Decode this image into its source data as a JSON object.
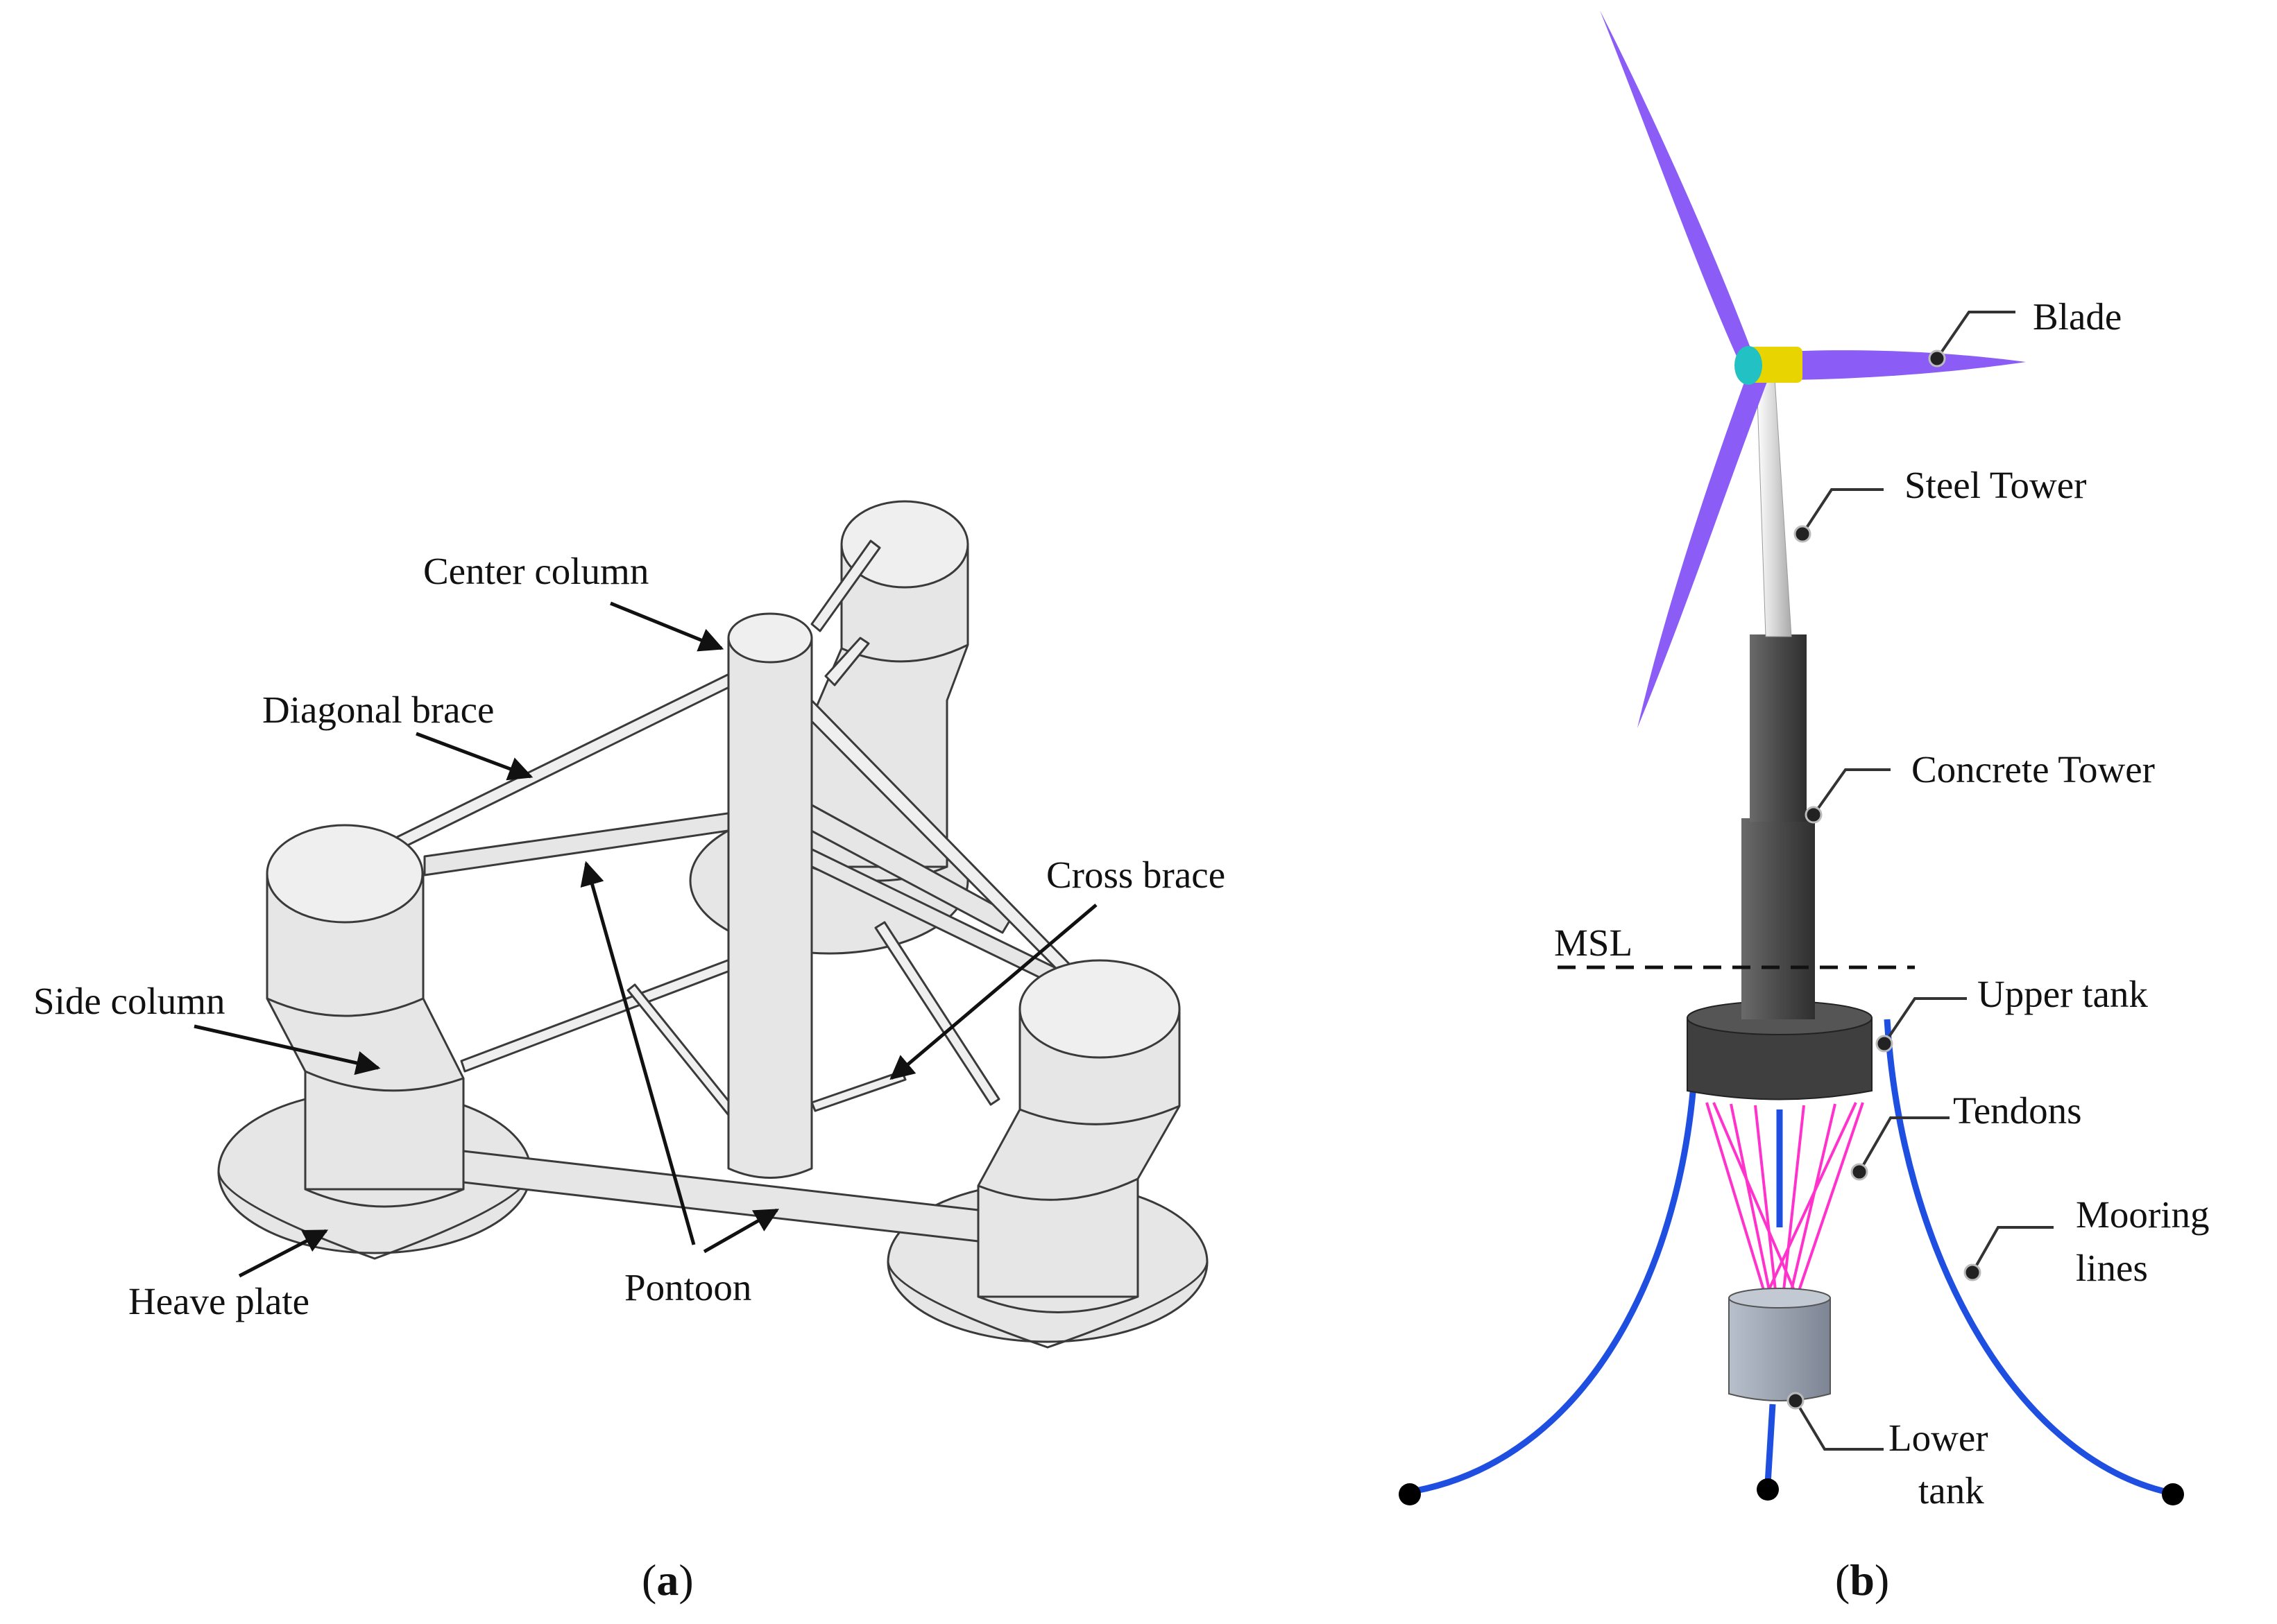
{
  "panel_a": {
    "labels": {
      "center_column": "Center column",
      "diagonal_brace": "Diagonal brace",
      "cross_brace": "Cross brace",
      "side_column": "Side column",
      "heave_plate": "Heave plate",
      "pontoon": "Pontoon"
    },
    "caption_open": "(",
    "caption_letter": "a",
    "caption_close": ")"
  },
  "panel_b": {
    "labels": {
      "blade": "Blade",
      "steel_tower": "Steel Tower",
      "concrete_tower": "Concrete Tower",
      "msl": "MSL",
      "upper_tank": "Upper tank",
      "tendons": "Tendons",
      "mooring_line_1": "Mooring",
      "mooring_line_2": "lines",
      "lower_tank_1": "Lower",
      "lower_tank_2": "tank"
    },
    "caption_open": "(",
    "caption_letter": "b",
    "caption_close": ")"
  },
  "colors": {
    "blade": "#8b5cf6",
    "hub": "#22c1c3",
    "nacelle": "#e8d400",
    "steel_tower": "#d4d4d4",
    "concrete_tower": "#4a4a4a",
    "upper_tank": "#3f3f3f",
    "tendon": "#ff33cc",
    "mooring": "#1f4fe0",
    "lower_tank": "#9aa3b2",
    "platform": "#e6e6e6"
  }
}
